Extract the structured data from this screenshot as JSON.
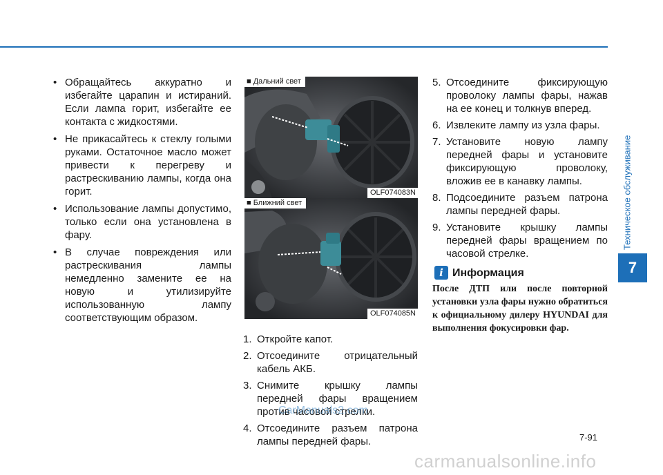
{
  "left_column": {
    "bullets": [
      "Обращайтесь аккуратно и избегайте царапин и истираний. Если лампа горит, избегайте ее контакта с жидкостями.",
      "Не прикасайтесь к стеклу голыми руками. Остаточное масло может привести к перегреву и растрескиванию лампы, когда она горит.",
      "Использование лампы допустимо, только если она установлена в фару.",
      "В случае повреждения или растрескивания лампы немедленно замените ее на новую и утилизируйте использованную лампу соответствующим образом."
    ]
  },
  "photos": [
    {
      "label": "■ Дальний свет",
      "code": "OLF074083N"
    },
    {
      "label": "■ Ближний свет",
      "code": "OLF074085N"
    }
  ],
  "middle_steps": [
    {
      "num": "1.",
      "text": "Откройте капот."
    },
    {
      "num": "2.",
      "text": "Отсоедините отрицательный кабель АКБ."
    },
    {
      "num": "3.",
      "text": "Снимите крышку лампы передней фары вращением против часовой стрелки."
    },
    {
      "num": "4.",
      "text": "Отсоедините разъем патрона лампы передней фары."
    }
  ],
  "right_steps": [
    {
      "num": "5.",
      "text": "Отсоедините фиксирующую проволоку лампы фары, нажав на ее конец и толкнув вперед."
    },
    {
      "num": "6.",
      "text": "Извлеките лампу из узла фары."
    },
    {
      "num": "7.",
      "text": "Установите новую лампу передней фары и установите фиксирующую проволоку, вложив ее в канавку лампы."
    },
    {
      "num": "8.",
      "text": "Подсоедините разъем патрона лампы передней фары."
    },
    {
      "num": "9.",
      "text": "Установите крышку лампы передней фары вращением по часовой стрелке."
    }
  ],
  "info": {
    "icon": "i",
    "title": "Информация",
    "body": "После ДТП или после повторной установки узла фары нужно обратиться к официальному дилеру HYUNDAI для выполнения фокусировки фар."
  },
  "side": {
    "section": "Техническое обслуживание",
    "chapter": "7"
  },
  "page_number": "7-91",
  "watermarks": {
    "overlay": "CarManuals2.com",
    "footer": "carmanualsonline.info"
  },
  "colors": {
    "accent": "#1d6fb8"
  }
}
